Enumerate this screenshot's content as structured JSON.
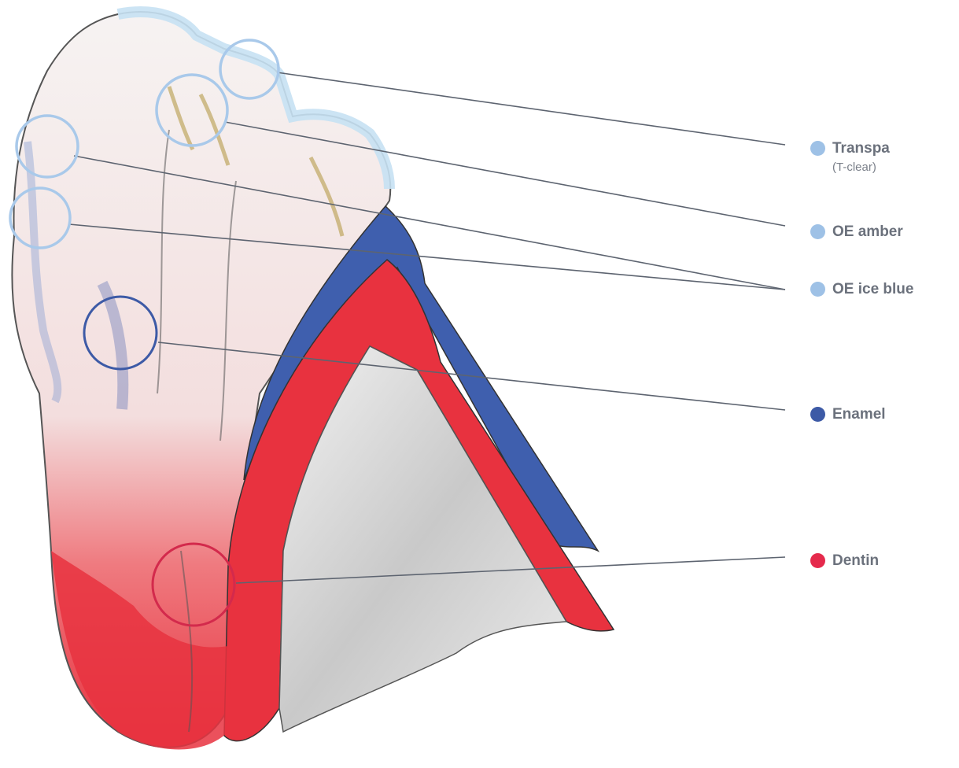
{
  "legend": [
    {
      "id": "transpa",
      "label": "Transpa",
      "sub": "(T-clear)",
      "color": "#9ec1e6"
    },
    {
      "id": "oe-amber",
      "label": "OE amber",
      "sub": "",
      "color": "#9ec1e6"
    },
    {
      "id": "oe-ice-blue",
      "label": "OE ice blue",
      "sub": "",
      "color": "#9ec1e6"
    },
    {
      "id": "enamel",
      "label": "Enamel",
      "sub": "",
      "color": "#3d5aa6"
    },
    {
      "id": "dentin",
      "label": "Dentin",
      "sub": "",
      "color": "#e52a4c"
    }
  ],
  "colors": {
    "leader_line": "#5d6470",
    "light_circle": "#a9c9ea",
    "enamel_circle": "#3d5aa6",
    "dentin_circle": "#d32a4c",
    "dentin_fill": "#e8323f",
    "enamel_fill": "#3f5fae",
    "tooth_white": "#f4f1ef",
    "pulp_gray": "#d9d9d9"
  }
}
